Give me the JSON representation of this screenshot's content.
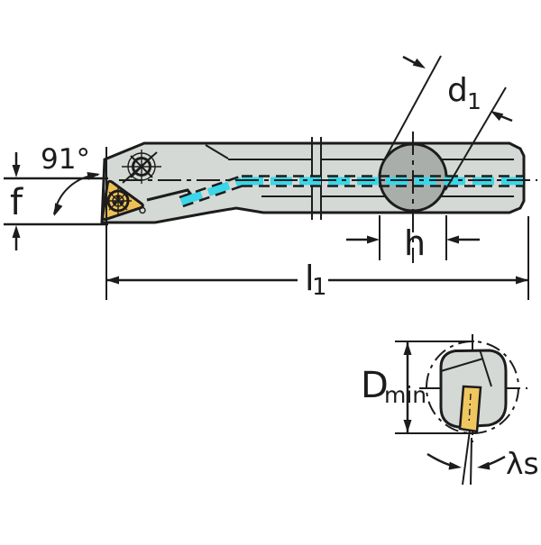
{
  "colors": {
    "line": "#1c1c1c",
    "body": "#d4d9d5",
    "ball": "#a9aeab",
    "insert": "#edc055",
    "insert2": "#f0c660",
    "coolant": "#3bd6e8",
    "bg": "#ffffff"
  },
  "side_view": {
    "labels": {
      "angle": "91°",
      "overhang": "f",
      "ball_diameter": {
        "base": "d",
        "sub": "1"
      },
      "ball_width": "h",
      "length": {
        "base": "l",
        "sub": "1"
      }
    }
  },
  "section_view": {
    "labels": {
      "min_bore": {
        "base": "D",
        "sub": "min"
      },
      "inclination": "λs"
    }
  }
}
